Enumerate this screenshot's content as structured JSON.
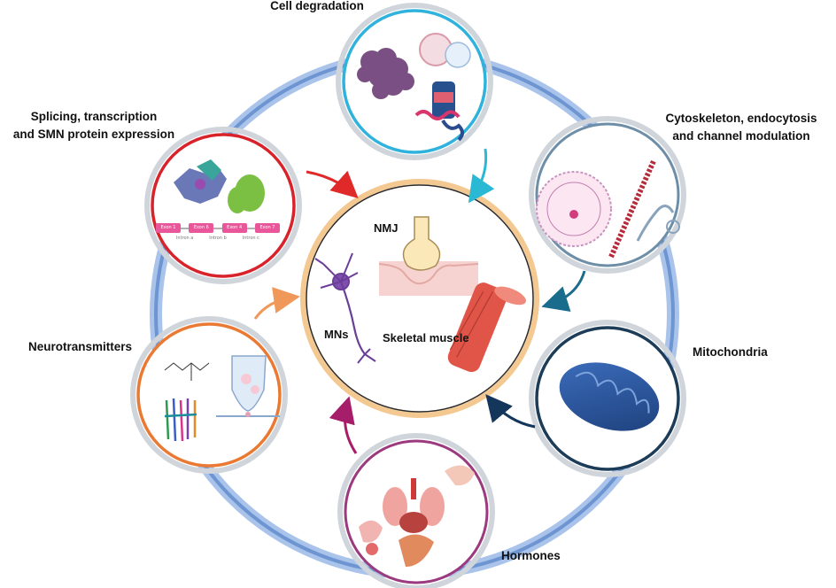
{
  "center": {
    "labels": {
      "nmj": "NMJ",
      "mns": "MNs",
      "skeletal_muscle": "Skeletal muscle"
    }
  },
  "nodes": [
    {
      "id": "cell-degradation",
      "label_lines": [
        "Cell degradation"
      ],
      "color": "#35b3dd"
    },
    {
      "id": "cytoskeleton",
      "label_lines": [
        "Cytoskeleton, endocytosis",
        "and channel modulation"
      ],
      "color": "#6e8ea8"
    },
    {
      "id": "mitochondria",
      "label_lines": [
        "Mitochondria"
      ],
      "color": "#1c3c58"
    },
    {
      "id": "hormones",
      "label_lines": [
        "Hormones"
      ],
      "color": "#a43b84"
    },
    {
      "id": "neurotransmitters",
      "label_lines": [
        "Neurotransmitters"
      ],
      "color": "#ea7a33"
    },
    {
      "id": "splicing",
      "label_lines": [
        "Splicing, transcription",
        "and SMN protein expression"
      ],
      "color": "#d9232b"
    }
  ],
  "splicing_exons": [
    "Exon 1",
    "Exon 6",
    "Exon 4",
    "Exon 7"
  ],
  "splicing_introns": [
    "Intron a",
    "Intron b",
    "Intron c"
  ],
  "colors": {
    "ring": "#8fb0de",
    "center_border": "#f0c08a",
    "muscle": "#e2554a",
    "neuron": "#7b47a6"
  }
}
